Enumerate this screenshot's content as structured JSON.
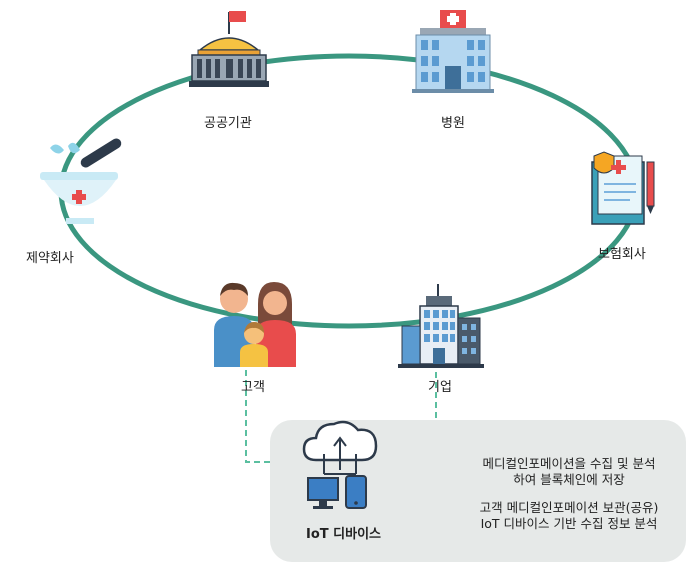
{
  "nodes": {
    "public_agency": "공공기관",
    "hospital": "병원",
    "pharma": "제약회사",
    "insurance": "보험회사",
    "customer": "고객",
    "company": "기업"
  },
  "iot": {
    "label": "IoT 디바이스",
    "desc1_line1": "메디컬인포메이션을 수집 및 분석",
    "desc1_line2": "하여 블록체인에 저장",
    "desc2_line1": "고객 메디컬인포메이션 보관(공유)",
    "desc2_line2": "IoT 디바이스 기반 수집 정보 분석"
  },
  "colors": {
    "ring": "#3a9780",
    "dash": "#5bbfa0",
    "panel": "#e6e9e8",
    "hospital_red": "#e84c4c",
    "building_blue": "#7fb5e0",
    "iot_blue": "#3b7ec4",
    "dark": "#2d3a4a"
  }
}
